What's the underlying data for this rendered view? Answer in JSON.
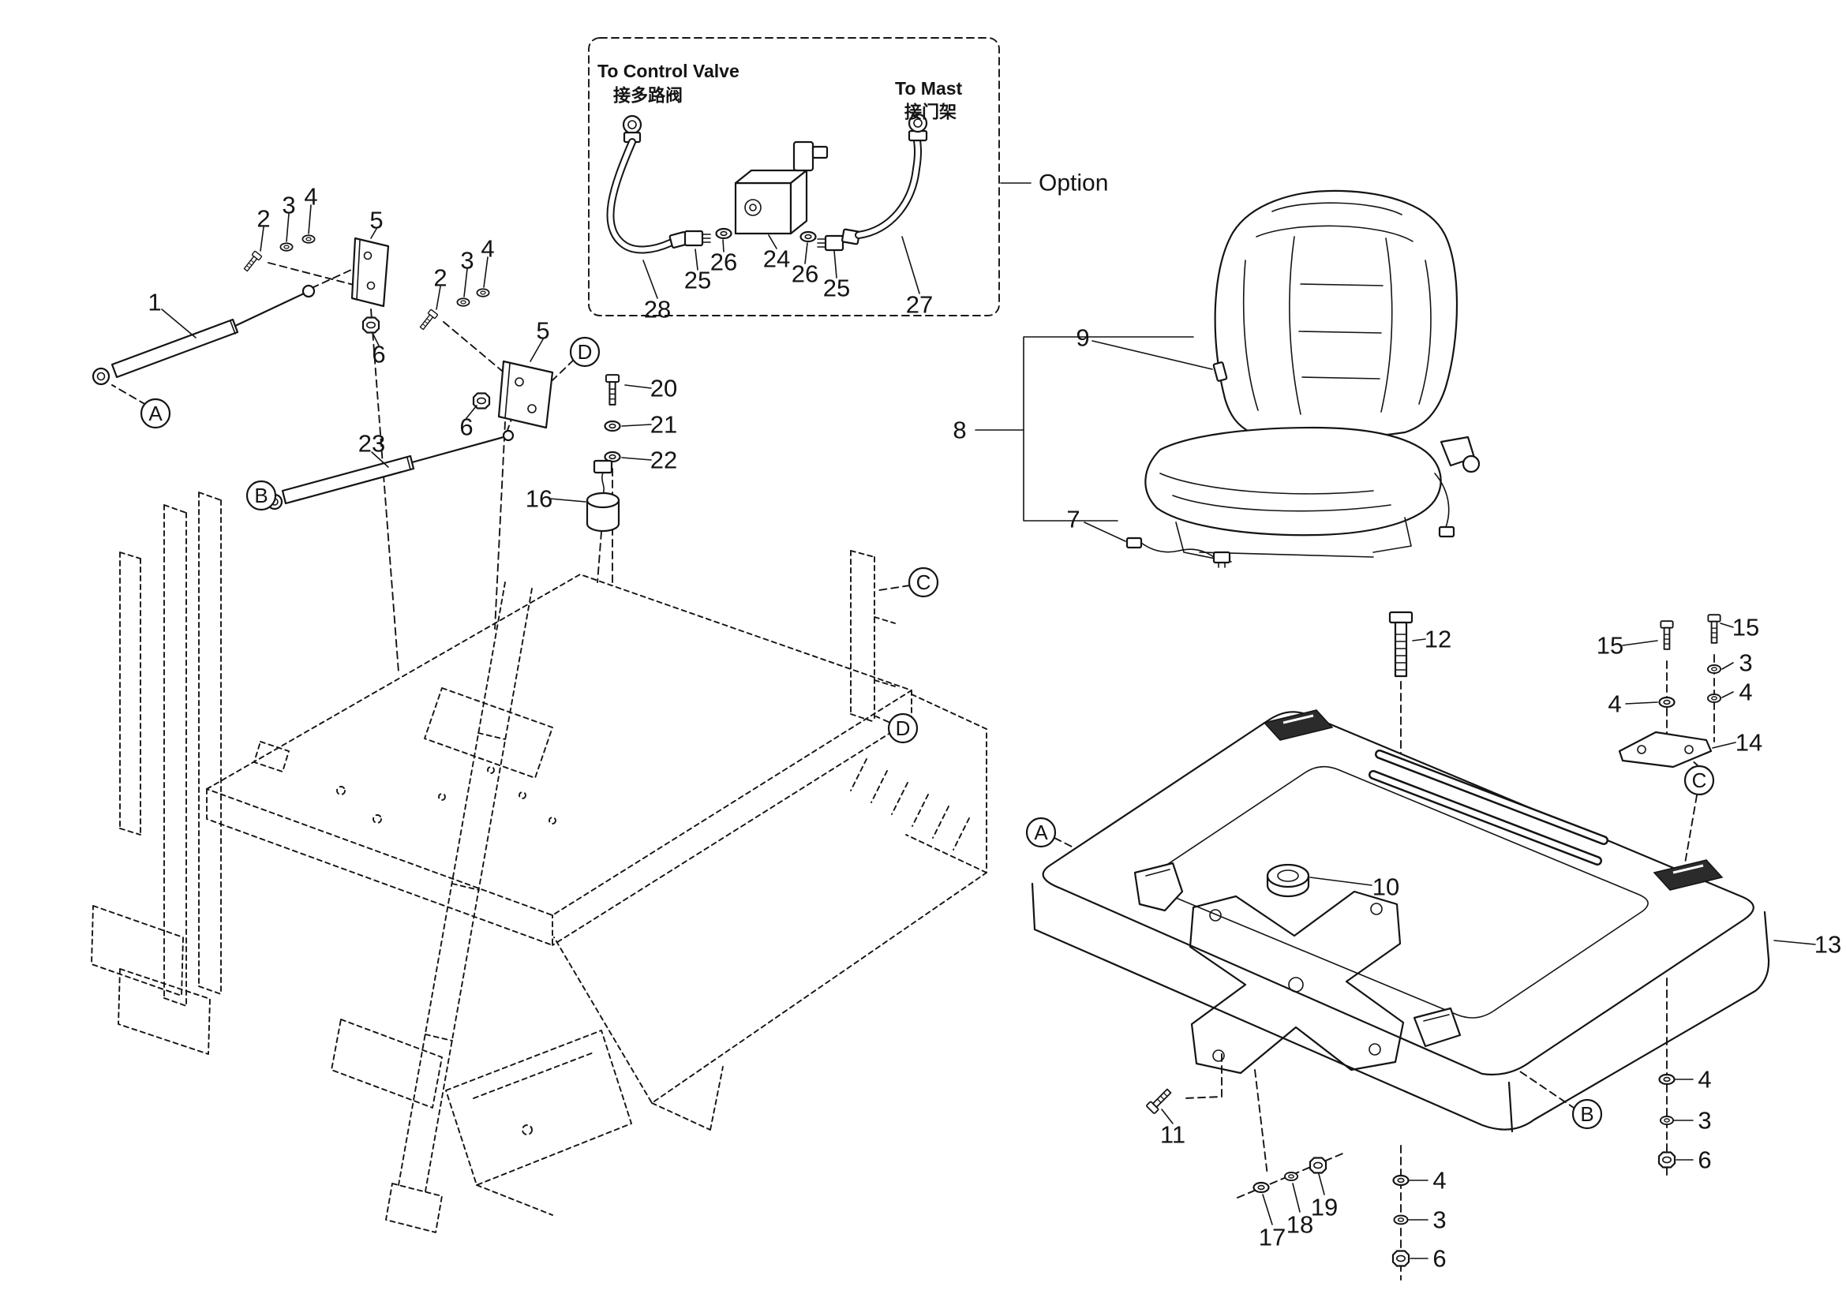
{
  "option_box": {
    "label": "Option",
    "left_port": {
      "en": "To Control Valve",
      "zh": "接多路阀"
    },
    "right_port": {
      "en": "To Mast",
      "zh": "接门架"
    }
  },
  "parts": {
    "1": "1",
    "2": "2",
    "3": "3",
    "4": "4",
    "5": "5",
    "6": "6",
    "7": "7",
    "8": "8",
    "9": "9",
    "10": "10",
    "11": "11",
    "12": "12",
    "13": "13",
    "14": "14",
    "15": "15",
    "16": "16",
    "17": "17",
    "18": "18",
    "19": "19",
    "20": "20",
    "21": "21",
    "22": "22",
    "23": "23",
    "24": "24",
    "25": "25",
    "26": "26",
    "27": "27",
    "28": "28"
  },
  "refs": {
    "A": "A",
    "B": "B",
    "C": "C",
    "D": "D"
  }
}
